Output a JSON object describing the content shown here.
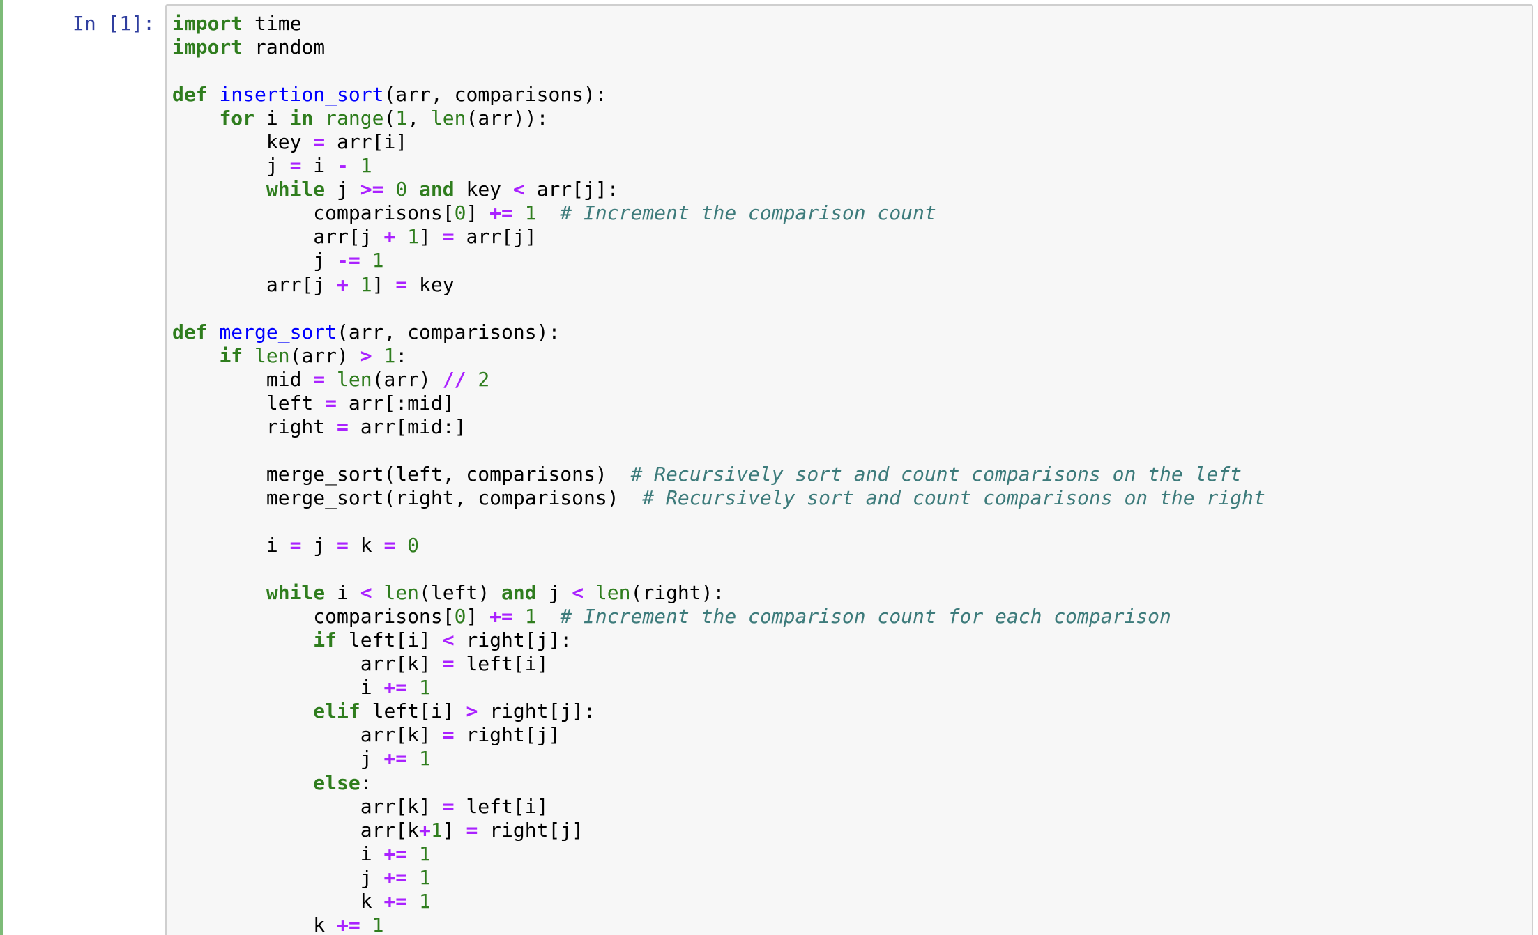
{
  "cell": {
    "prompt": "In [1]:",
    "execution_count": 1,
    "colors": {
      "selected_bar": "#7dbb78",
      "prompt": "#303F9F",
      "input_bg": "#f7f7f7",
      "input_border": "#cfcfcf",
      "keyword": "#2f7d1e",
      "function_name": "#0000ff",
      "operator": "#aa22ff",
      "comment": "#3d7b7b"
    },
    "lines": [
      [
        [
          "kw",
          "import"
        ],
        [
          "tx",
          " time"
        ]
      ],
      [
        [
          "kw",
          "import"
        ],
        [
          "tx",
          " random"
        ]
      ],
      [],
      [
        [
          "kw",
          "def"
        ],
        [
          "tx",
          " "
        ],
        [
          "fn",
          "insertion_sort"
        ],
        [
          "tx",
          "(arr, comparisons):"
        ]
      ],
      [
        [
          "tx",
          "    "
        ],
        [
          "kw",
          "for"
        ],
        [
          "tx",
          " i "
        ],
        [
          "kw",
          "in"
        ],
        [
          "tx",
          " "
        ],
        [
          "bi",
          "range"
        ],
        [
          "tx",
          "("
        ],
        [
          "num",
          "1"
        ],
        [
          "tx",
          ", "
        ],
        [
          "bi",
          "len"
        ],
        [
          "tx",
          "(arr)):"
        ]
      ],
      [
        [
          "tx",
          "        key "
        ],
        [
          "op",
          "="
        ],
        [
          "tx",
          " arr[i]"
        ]
      ],
      [
        [
          "tx",
          "        j "
        ],
        [
          "op",
          "="
        ],
        [
          "tx",
          " i "
        ],
        [
          "op",
          "-"
        ],
        [
          "tx",
          " "
        ],
        [
          "num",
          "1"
        ]
      ],
      [
        [
          "tx",
          "        "
        ],
        [
          "kw",
          "while"
        ],
        [
          "tx",
          " j "
        ],
        [
          "op",
          ">="
        ],
        [
          "tx",
          " "
        ],
        [
          "num",
          "0"
        ],
        [
          "tx",
          " "
        ],
        [
          "kw",
          "and"
        ],
        [
          "tx",
          " key "
        ],
        [
          "op",
          "<"
        ],
        [
          "tx",
          " arr[j]:"
        ]
      ],
      [
        [
          "tx",
          "            comparisons["
        ],
        [
          "num",
          "0"
        ],
        [
          "tx",
          "] "
        ],
        [
          "op",
          "+="
        ],
        [
          "tx",
          " "
        ],
        [
          "num",
          "1"
        ],
        [
          "tx",
          "  "
        ],
        [
          "cm",
          "# Increment the comparison count"
        ]
      ],
      [
        [
          "tx",
          "            arr[j "
        ],
        [
          "op",
          "+"
        ],
        [
          "tx",
          " "
        ],
        [
          "num",
          "1"
        ],
        [
          "tx",
          "] "
        ],
        [
          "op",
          "="
        ],
        [
          "tx",
          " arr[j]"
        ]
      ],
      [
        [
          "tx",
          "            j "
        ],
        [
          "op",
          "-="
        ],
        [
          "tx",
          " "
        ],
        [
          "num",
          "1"
        ]
      ],
      [
        [
          "tx",
          "        arr[j "
        ],
        [
          "op",
          "+"
        ],
        [
          "tx",
          " "
        ],
        [
          "num",
          "1"
        ],
        [
          "tx",
          "] "
        ],
        [
          "op",
          "="
        ],
        [
          "tx",
          " key"
        ]
      ],
      [],
      [
        [
          "kw",
          "def"
        ],
        [
          "tx",
          " "
        ],
        [
          "fn",
          "merge_sort"
        ],
        [
          "tx",
          "(arr, comparisons):"
        ]
      ],
      [
        [
          "tx",
          "    "
        ],
        [
          "kw",
          "if"
        ],
        [
          "tx",
          " "
        ],
        [
          "bi",
          "len"
        ],
        [
          "tx",
          "(arr) "
        ],
        [
          "op",
          ">"
        ],
        [
          "tx",
          " "
        ],
        [
          "num",
          "1"
        ],
        [
          "tx",
          ":"
        ]
      ],
      [
        [
          "tx",
          "        mid "
        ],
        [
          "op",
          "="
        ],
        [
          "tx",
          " "
        ],
        [
          "bi",
          "len"
        ],
        [
          "tx",
          "(arr) "
        ],
        [
          "op",
          "//"
        ],
        [
          "tx",
          " "
        ],
        [
          "num",
          "2"
        ]
      ],
      [
        [
          "tx",
          "        left "
        ],
        [
          "op",
          "="
        ],
        [
          "tx",
          " arr[:mid]"
        ]
      ],
      [
        [
          "tx",
          "        right "
        ],
        [
          "op",
          "="
        ],
        [
          "tx",
          " arr[mid:]"
        ]
      ],
      [],
      [
        [
          "tx",
          "        merge_sort(left, comparisons)  "
        ],
        [
          "cm",
          "# Recursively sort and count comparisons on the left"
        ]
      ],
      [
        [
          "tx",
          "        merge_sort(right, comparisons)  "
        ],
        [
          "cm",
          "# Recursively sort and count comparisons on the right"
        ]
      ],
      [],
      [
        [
          "tx",
          "        i "
        ],
        [
          "op",
          "="
        ],
        [
          "tx",
          " j "
        ],
        [
          "op",
          "="
        ],
        [
          "tx",
          " k "
        ],
        [
          "op",
          "="
        ],
        [
          "tx",
          " "
        ],
        [
          "num",
          "0"
        ]
      ],
      [],
      [
        [
          "tx",
          "        "
        ],
        [
          "kw",
          "while"
        ],
        [
          "tx",
          " i "
        ],
        [
          "op",
          "<"
        ],
        [
          "tx",
          " "
        ],
        [
          "bi",
          "len"
        ],
        [
          "tx",
          "(left) "
        ],
        [
          "kw",
          "and"
        ],
        [
          "tx",
          " j "
        ],
        [
          "op",
          "<"
        ],
        [
          "tx",
          " "
        ],
        [
          "bi",
          "len"
        ],
        [
          "tx",
          "(right):"
        ]
      ],
      [
        [
          "tx",
          "            comparisons["
        ],
        [
          "num",
          "0"
        ],
        [
          "tx",
          "] "
        ],
        [
          "op",
          "+="
        ],
        [
          "tx",
          " "
        ],
        [
          "num",
          "1"
        ],
        [
          "tx",
          "  "
        ],
        [
          "cm",
          "# Increment the comparison count for each comparison"
        ]
      ],
      [
        [
          "tx",
          "            "
        ],
        [
          "kw",
          "if"
        ],
        [
          "tx",
          " left[i] "
        ],
        [
          "op",
          "<"
        ],
        [
          "tx",
          " right[j]:"
        ]
      ],
      [
        [
          "tx",
          "                arr[k] "
        ],
        [
          "op",
          "="
        ],
        [
          "tx",
          " left[i]"
        ]
      ],
      [
        [
          "tx",
          "                i "
        ],
        [
          "op",
          "+="
        ],
        [
          "tx",
          " "
        ],
        [
          "num",
          "1"
        ]
      ],
      [
        [
          "tx",
          "            "
        ],
        [
          "kw",
          "elif"
        ],
        [
          "tx",
          " left[i] "
        ],
        [
          "op",
          ">"
        ],
        [
          "tx",
          " right[j]:"
        ]
      ],
      [
        [
          "tx",
          "                arr[k] "
        ],
        [
          "op",
          "="
        ],
        [
          "tx",
          " right[j]"
        ]
      ],
      [
        [
          "tx",
          "                j "
        ],
        [
          "op",
          "+="
        ],
        [
          "tx",
          " "
        ],
        [
          "num",
          "1"
        ]
      ],
      [
        [
          "tx",
          "            "
        ],
        [
          "kw",
          "else"
        ],
        [
          "tx",
          ":"
        ]
      ],
      [
        [
          "tx",
          "                arr[k] "
        ],
        [
          "op",
          "="
        ],
        [
          "tx",
          " left[i]"
        ]
      ],
      [
        [
          "tx",
          "                arr[k"
        ],
        [
          "op",
          "+"
        ],
        [
          "num",
          "1"
        ],
        [
          "tx",
          "] "
        ],
        [
          "op",
          "="
        ],
        [
          "tx",
          " right[j]"
        ]
      ],
      [
        [
          "tx",
          "                i "
        ],
        [
          "op",
          "+="
        ],
        [
          "tx",
          " "
        ],
        [
          "num",
          "1"
        ]
      ],
      [
        [
          "tx",
          "                j "
        ],
        [
          "op",
          "+="
        ],
        [
          "tx",
          " "
        ],
        [
          "num",
          "1"
        ]
      ],
      [
        [
          "tx",
          "                k "
        ],
        [
          "op",
          "+="
        ],
        [
          "tx",
          " "
        ],
        [
          "num",
          "1"
        ]
      ],
      [
        [
          "tx",
          "            k "
        ],
        [
          "op",
          "+="
        ],
        [
          "tx",
          " "
        ],
        [
          "num",
          "1"
        ]
      ]
    ]
  }
}
